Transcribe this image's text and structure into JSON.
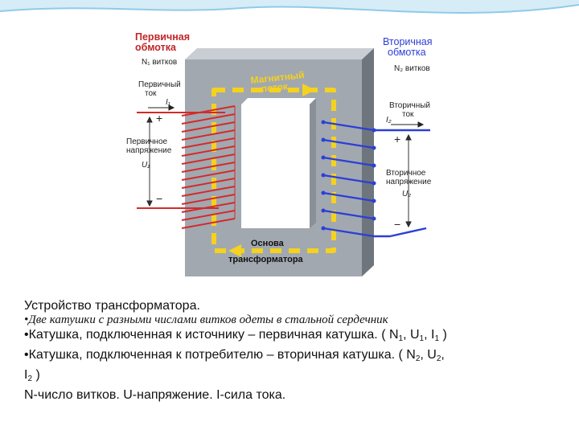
{
  "labels": {
    "primary_winding": "Первичная\nобмотка",
    "primary_turns": "N₁ витков",
    "primary_current": "Первичный\nток",
    "i1": "I₁",
    "plus": "+",
    "minus": "−",
    "primary_voltage": "Первичное\nнапряжение",
    "u1": "U₁",
    "secondary_winding": "Вторичная\nобмотка",
    "secondary_turns": "N₂ витков",
    "secondary_current": "Вторичный\nток",
    "i2": "I₂",
    "secondary_voltage": "Вторичное\nнапряжение",
    "u2": "U₂",
    "magnetic_flux": "Магнитный\nпоток",
    "core_base": "Основа\nтрансформатора"
  },
  "caption": {
    "title": "Устройство трансформатора.",
    "bullet1": "•Две катушки с разными числами витков одеты в стальной сердечник",
    "bullet2_text": "•Катушка, подключенная к источнику – первичная катушка. ( N",
    "bullet2_s1": "1",
    "bullet2_m1": ", U",
    "bullet2_s2": "1",
    "bullet2_m2": ", I",
    "bullet2_s3": "1",
    "bullet2_end": " )",
    "bullet3_text": "•Катушка, подключенная к потребителю – вторичная катушка. ( N",
    "bullet3_s1": "2",
    "bullet3_m1": ", U",
    "bullet3_s2": "2",
    "bullet3_m2": ",",
    "bullet3_i": "I",
    "bullet3_s3": "2",
    "bullet3_end": " )",
    "legend": "N-число витков. U-напряжение.   I-сила тока."
  },
  "colors": {
    "primary": "#d42a2a",
    "secondary": "#2b3fd6",
    "flux": "#f4d21e",
    "core": "#9aa0a8",
    "winding_label": "#c0262a",
    "secondary_label": "#2b3fd6"
  }
}
